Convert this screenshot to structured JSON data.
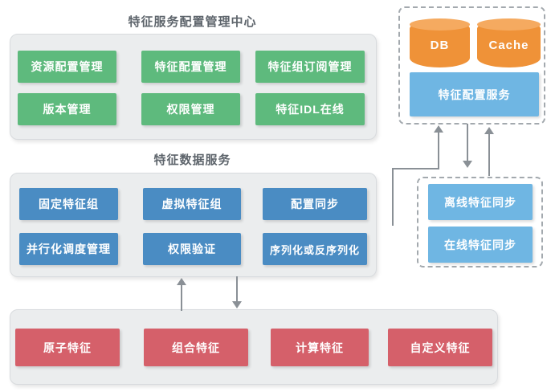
{
  "config_center": {
    "title": "特征服务配置管理中心",
    "buttons": [
      "资源配置管理",
      "特征配置管理",
      "特征组订阅管理",
      "版本管理",
      "权限管理",
      "特征IDL在线"
    ]
  },
  "data_service": {
    "title": "特征数据服务",
    "buttons": [
      "固定特征组",
      "虚拟特征组",
      "配置同步",
      "并行化调度管理",
      "权限验证",
      "序列化或反序列化"
    ]
  },
  "feature_layer": {
    "buttons": [
      "原子特征",
      "组合特征",
      "计算特征",
      "自定义特征"
    ]
  },
  "config_store": {
    "db": "DB",
    "cache": "Cache",
    "service": "特征配置服务"
  },
  "sync_service": {
    "buttons": [
      "离线特征同步",
      "在线特征同步"
    ]
  },
  "colors": {
    "green": "#5eba7d",
    "blue": "#4a8cc3",
    "lightblue": "#6fb6e3",
    "orange": "#ef9238",
    "orange_light": "#f5aa60",
    "red": "#d5606a",
    "arrow": "#8a9096",
    "title": "#5d646b",
    "panel_bg": "#ebedee",
    "panel_border": "#d8dbde",
    "dash_border": "#a3a9ae"
  }
}
